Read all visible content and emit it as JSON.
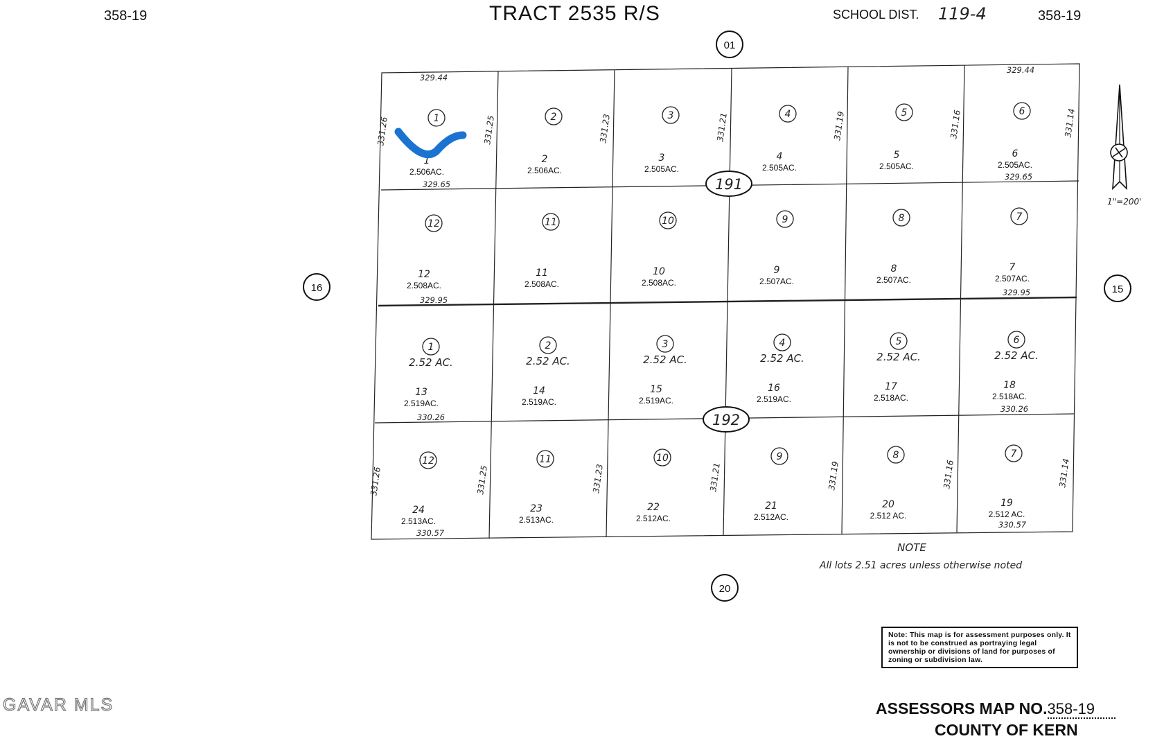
{
  "header": {
    "page_left": "358-19",
    "title": "TRACT 2535 R/S",
    "school_label": "SCHOOL DIST.",
    "school_value": "119-4",
    "page_right": "358-19"
  },
  "adjacent": {
    "top": "01",
    "left": "16",
    "right": "15",
    "bottom": "20"
  },
  "block_labels": {
    "upper": "191",
    "lower": "192"
  },
  "dimensions": {
    "top_left": "329.44",
    "top_right": "329.44",
    "mid_left": "329.95",
    "mid_right": "329.95",
    "row1_left": "329.65",
    "row1_right": "329.65",
    "row3_left": "330.26",
    "row3_right": "330.26",
    "bottom_left": "330.57",
    "bottom_right": "330.57",
    "cols": [
      "331.26",
      "331.25",
      "331.23",
      "331.21",
      "331.19",
      "331.16",
      "331.14"
    ]
  },
  "parcels": [
    {
      "circle": "1",
      "lot": "1",
      "acres": "2.506AC."
    },
    {
      "circle": "2",
      "lot": "2",
      "acres": "2.506AC."
    },
    {
      "circle": "3",
      "lot": "3",
      "acres": "2.505AC."
    },
    {
      "circle": "4",
      "lot": "4",
      "acres": "2.505AC."
    },
    {
      "circle": "5",
      "lot": "5",
      "acres": "2.505AC."
    },
    {
      "circle": "6",
      "lot": "6",
      "acres": "2.505AC."
    },
    {
      "circle": "12",
      "lot": "12",
      "acres": "2.508AC."
    },
    {
      "circle": "11",
      "lot": "11",
      "acres": "2.508AC."
    },
    {
      "circle": "10",
      "lot": "10",
      "acres": "2.508AC."
    },
    {
      "circle": "9",
      "lot": "9",
      "acres": "2.507AC."
    },
    {
      "circle": "8",
      "lot": "8",
      "acres": "2.507AC."
    },
    {
      "circle": "7",
      "lot": "7",
      "acres": "2.507AC."
    },
    {
      "circle": "1",
      "sub": "2.52 AC.",
      "lot": "13",
      "acres": "2.519AC."
    },
    {
      "circle": "2",
      "sub": "2.52 AC.",
      "lot": "14",
      "acres": "2.519AC."
    },
    {
      "circle": "3",
      "sub": "2.52 AC.",
      "lot": "15",
      "acres": "2.519AC."
    },
    {
      "circle": "4",
      "sub": "2.52 AC.",
      "lot": "16",
      "acres": "2.519AC."
    },
    {
      "circle": "5",
      "sub": "2.52 AC.",
      "lot": "17",
      "acres": "2.518AC."
    },
    {
      "circle": "6",
      "sub": "2.52 AC.",
      "lot": "18",
      "acres": "2.518AC."
    },
    {
      "circle": "12",
      "lot": "24",
      "acres": "2.513AC."
    },
    {
      "circle": "11",
      "lot": "23",
      "acres": "2.513AC."
    },
    {
      "circle": "10",
      "lot": "22",
      "acres": "2.512AC."
    },
    {
      "circle": "9",
      "lot": "21",
      "acres": "2.512AC."
    },
    {
      "circle": "8",
      "lot": "20",
      "acres": "2.512 AC."
    },
    {
      "circle": "7",
      "lot": "19",
      "acres": "2.512 AC."
    }
  ],
  "scale": "1\"=200'",
  "north_arrow": "north-arrow-icon",
  "note_title": "NOTE",
  "note_text": "All lots 2.51 acres unless otherwise noted",
  "disclaimer": "Note: This map is for assessment purposes only. It is not to be construed as portraying legal ownership or divisions of land for purposes of zoning or subdivision law.",
  "watermark": "GAVAR MLS",
  "map_no_label": "ASSESSORS MAP NO.",
  "map_no_value": "358-19",
  "county": "COUNTY OF KERN",
  "highlight_color": "#1a73d1"
}
